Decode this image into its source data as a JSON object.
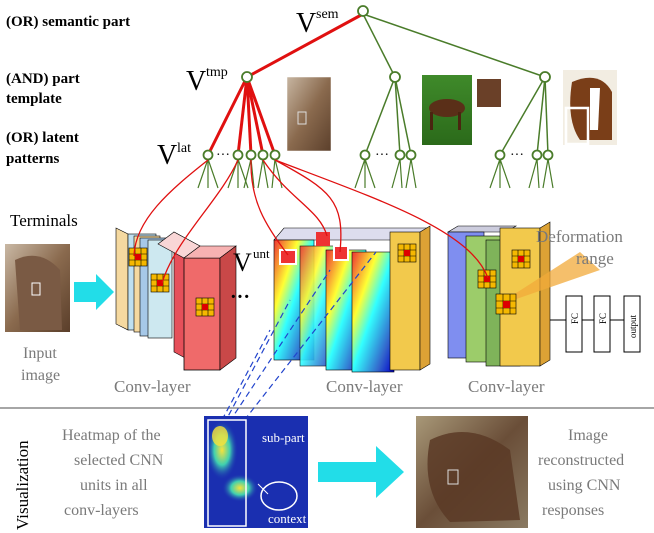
{
  "labels": {
    "or_semantic_part": "(OR) semantic part",
    "and_part_template_1": "(AND) part",
    "and_part_template_2": "template",
    "or_latent_1": "(OR) latent",
    "or_latent_2": "patterns",
    "v_sem_base": "V",
    "v_sem_sup": "sem",
    "v_tmp_base": "V",
    "v_tmp_sup": "tmp",
    "v_lat_base": "V",
    "v_lat_sup": "lat",
    "v_unt_base": "V",
    "v_unt_sup": "unt",
    "terminals": "Terminals",
    "input_image_1": "Input",
    "input_image_2": "image",
    "conv_layer_1": "Conv-layer",
    "conv_layer_2": "Conv-layer",
    "conv_layer_3": "Conv-layer",
    "deformation_1": "Deformation",
    "deformation_2": "range",
    "fc_1": "FC",
    "fc_2": "FC",
    "output": "output",
    "ellipsis_graph": "···",
    "ellipsis_conv": "···",
    "visualization": "Visualization",
    "heatmap_1": "Heatmap of the",
    "heatmap_2": "selected CNN",
    "heatmap_3": "units in all",
    "heatmap_4": "conv-layers",
    "sub_part": "sub-part",
    "context": "context",
    "recon_1": "Image",
    "recon_2": "reconstructed",
    "recon_3": "using CNN",
    "recon_4": "responses"
  },
  "colors": {
    "tree_green": "#4a7c2a",
    "selected_red": "#e01010",
    "arrow_cyan": "#22dde8",
    "dashed_blue": "#2244cc",
    "heat_blue": "#1a2fb0",
    "orange_layer": "#f2a93a",
    "salmon_layer": "#ef6a6a"
  },
  "icons": [
    "horse-photo",
    "horse-running-photo",
    "horse-head-photo",
    "heatmap-icon",
    "reconstructed-horse-icon",
    "arrow-icon"
  ]
}
